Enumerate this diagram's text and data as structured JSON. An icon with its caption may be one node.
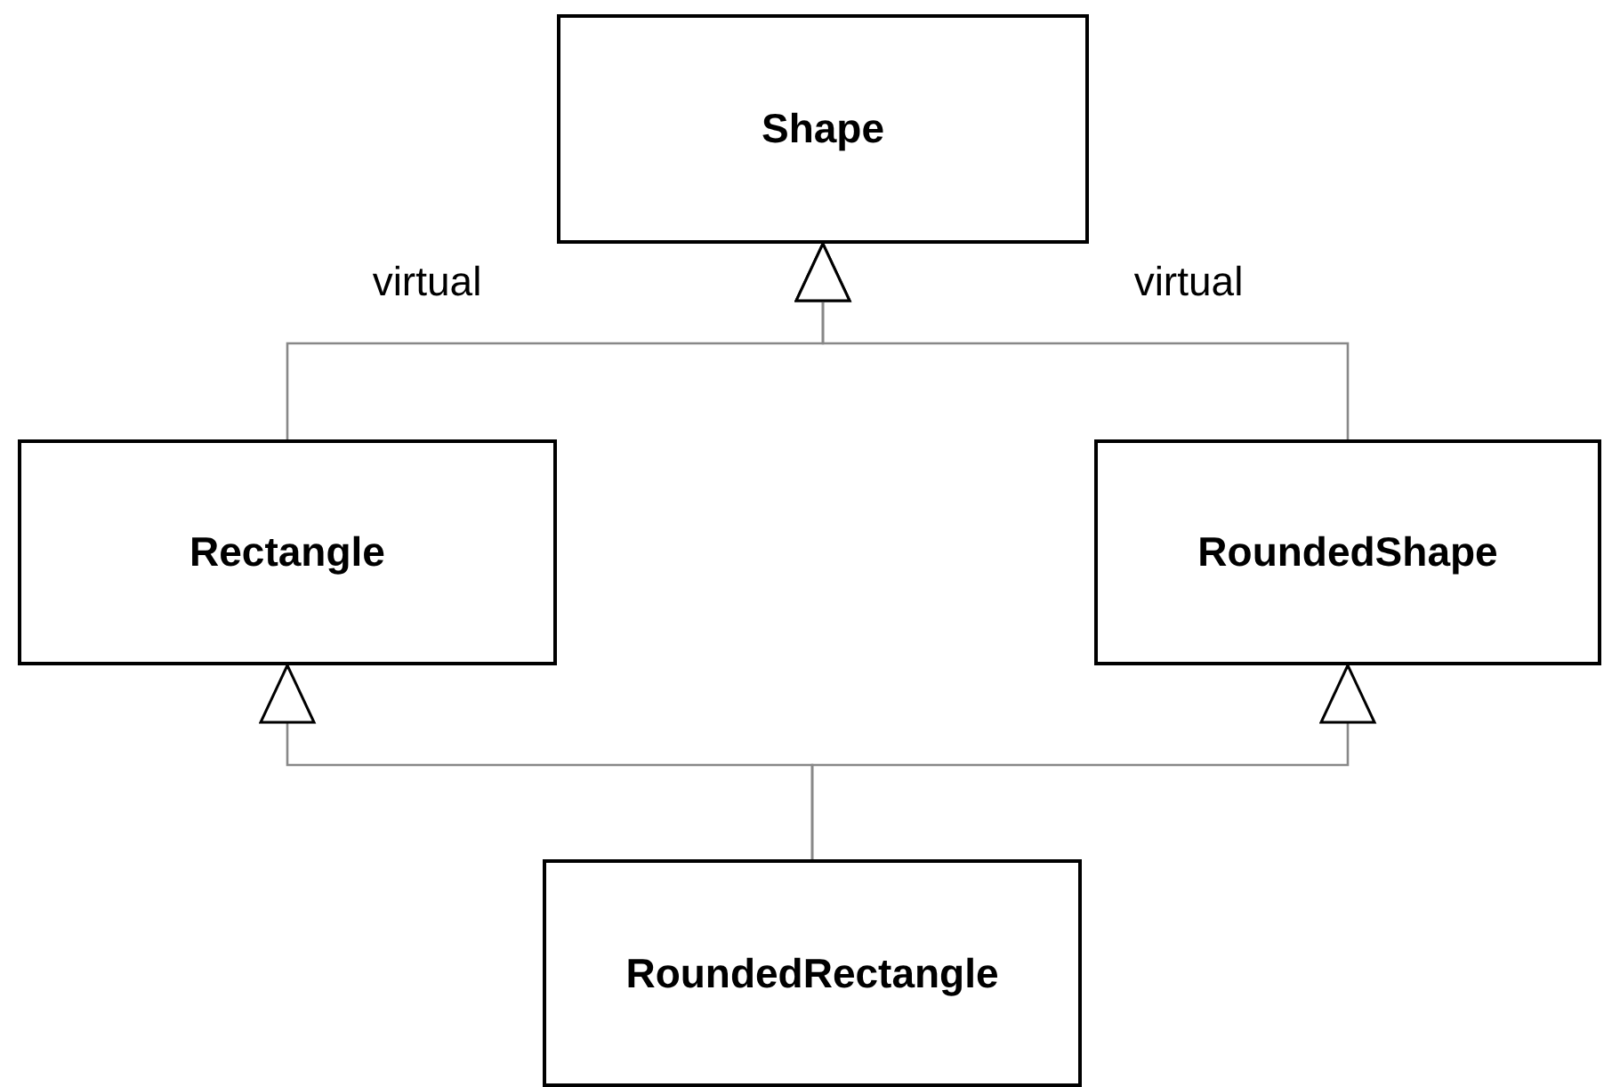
{
  "diagram": {
    "nodes": [
      {
        "text": [
          "Shape"
        ]
      },
      {
        "text": [
          "Rectangle"
        ]
      },
      {
        "text": [
          "RoundedShape"
        ]
      },
      {
        "text": [
          "RoundedRectangle"
        ]
      }
    ],
    "edges": [
      {
        "from": 1,
        "to": 0,
        "arrow": "to",
        "label": "virtual"
      },
      {
        "from": 2,
        "to": 0,
        "arrow": "to",
        "label": "virtual"
      },
      {
        "from": 3,
        "to": 1,
        "arrow": "to"
      },
      {
        "from": 3,
        "to": 2,
        "arrow": "to"
      }
    ]
  }
}
